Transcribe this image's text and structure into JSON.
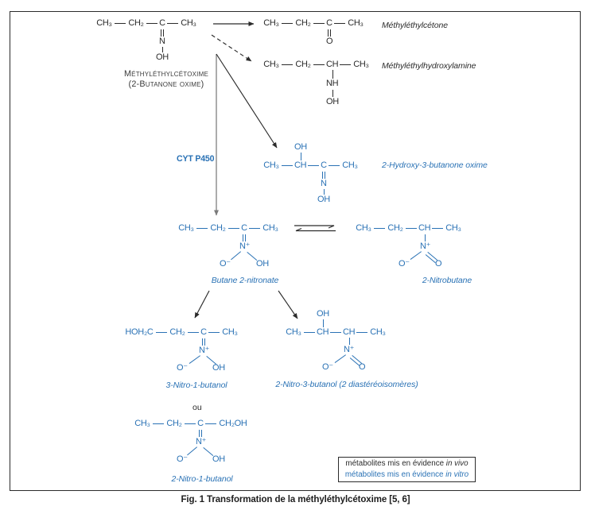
{
  "colors": {
    "blue": "#2a72b5",
    "ink": "#2b2b2b",
    "gray_arrow": "#7a7a7a"
  },
  "labels": {
    "substrate_name": "Méthyléthylcétoxime",
    "substrate_synonym": "(2-Butanone oxime)",
    "enzyme": "CYT P450",
    "mek": "Méthyléthylcétone",
    "meha": "Méthyléthylhydroxylamine",
    "hydroxy_oxime": "2-Hydroxy-3-butanone oxime",
    "nitronate": "Butane 2-nitronate",
    "nitrobutane": "2-Nitrobutane",
    "nitro_butanol_3": "3-Nitro-1-butanol",
    "nitro_butanol_2_3": "2-Nitro-3-butanol (2 diastéréoisomères)",
    "or": "ou",
    "nitro_butanol_1": "2-Nitro-1-butanol"
  },
  "structures": {
    "mek_oxime": {
      "chain": [
        "CH₃",
        "CH₂",
        "C",
        "CH₃"
      ],
      "branch": {
        "n": "N",
        "oh": "OH"
      }
    },
    "mek": {
      "chain": [
        "CH₃",
        "CH₂",
        "C",
        "CH₃"
      ],
      "branch": {
        "o": "O"
      }
    },
    "meha": {
      "chain": [
        "CH₃",
        "CH₂",
        "CH",
        "CH₃"
      ],
      "branch": {
        "nh": "NH",
        "oh": "OH"
      }
    },
    "hydroxy_oxime": {
      "top": "OH",
      "chain": [
        "CH₃",
        "CH",
        "C",
        "CH₃"
      ],
      "branch": {
        "n": "N",
        "oh": "OH"
      }
    },
    "nitronate": {
      "chain": [
        "CH₃",
        "CH₂",
        "C",
        "CH₃"
      ],
      "branch": {
        "n": "N⁺",
        "o_minus": "O⁻",
        "oh": "OH"
      }
    },
    "nitrobutane": {
      "chain": [
        "CH₃",
        "CH₂",
        "CH",
        "CH₃"
      ],
      "branch": {
        "n": "N⁺",
        "o_minus": "O⁻",
        "o": "O"
      }
    },
    "nitro_butanol_3": {
      "chain": [
        "HOH₂C",
        "CH₂",
        "C",
        "CH₃"
      ],
      "branch": {
        "n": "N⁺",
        "o_minus": "O⁻",
        "oh": "OH"
      }
    },
    "nitro_butanol_2_3": {
      "top": "OH",
      "chain": [
        "CH₃",
        "CH",
        "CH",
        "CH₃"
      ],
      "branch": {
        "n": "N⁺",
        "o_minus": "O⁻",
        "o": "O"
      }
    },
    "nitro_butanol_1": {
      "chain": [
        "CH₃",
        "CH₂",
        "C",
        "CH₂OH"
      ],
      "branch": {
        "n": "N⁺",
        "o_minus": "O⁻",
        "oh": "OH"
      }
    }
  },
  "legend": {
    "in_vivo": {
      "text": "métabolites mis en évidence",
      "emph": "in vivo"
    },
    "in_vitro": {
      "text": "métabolites mis en évidence",
      "emph": "in vitro"
    }
  },
  "caption": {
    "prefix": "Fig. 1",
    "title": "Transformation de la méthyléthylcétoxime",
    "ref": "[5, 6]"
  }
}
